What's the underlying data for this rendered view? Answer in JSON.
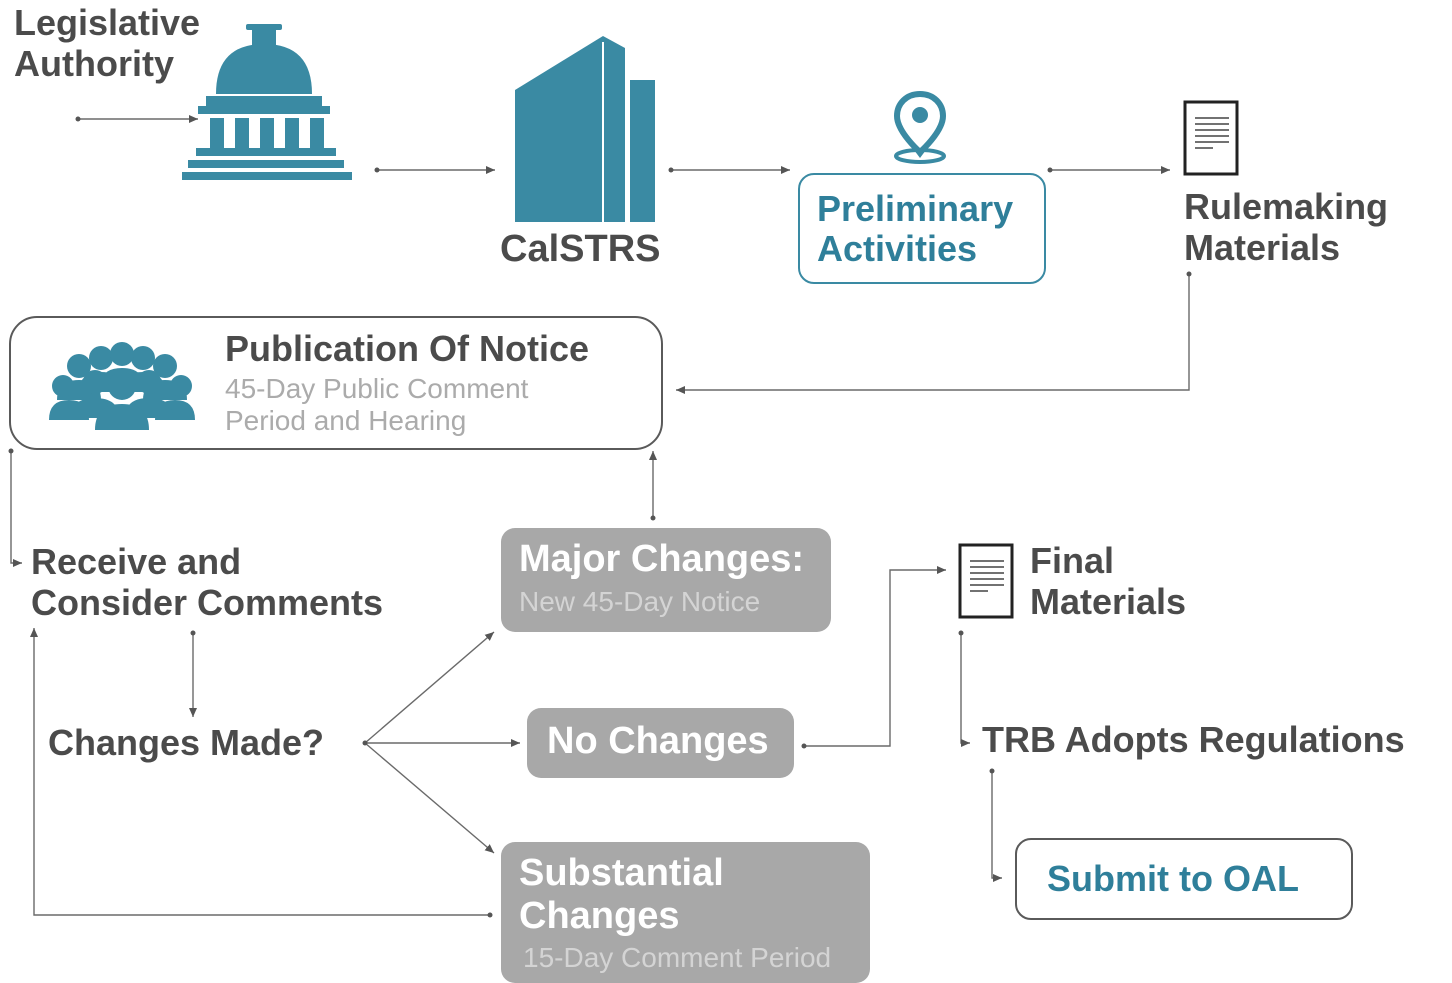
{
  "nodes": {
    "legislative_authority": {
      "line1": "Legislative",
      "line2": "Authority"
    },
    "calstrs": {
      "label": "CalSTRS"
    },
    "preliminary": {
      "line1": "Preliminary",
      "line2": "Activities"
    },
    "rulemaking": {
      "line1": "Rulemaking",
      "line2": "Materials"
    },
    "publication": {
      "title": "Publication Of Notice",
      "sub1": "45-Day Public Comment",
      "sub2": "Period and Hearing"
    },
    "receive": {
      "line1": "Receive and",
      "line2": "Consider Comments"
    },
    "changes_made": {
      "label": "Changes Made?"
    },
    "major": {
      "title": "Major Changes:",
      "sub": "New 45-Day Notice"
    },
    "no_changes": {
      "label": "No Changes"
    },
    "substantial": {
      "line1": "Substantial",
      "line2": "Changes",
      "sub": "15-Day Comment Period"
    },
    "final": {
      "line1": "Final",
      "line2": "Materials"
    },
    "trb": {
      "label": "TRB Adopts Regulations"
    },
    "submit": {
      "label": "Submit to OAL"
    }
  },
  "icons": {
    "legislative": "capitol-building-icon",
    "calstrs": "office-building-icon",
    "preliminary": "location-pin-icon",
    "rulemaking": "document-icon",
    "publication": "people-group-icon",
    "final": "document-icon"
  },
  "colors": {
    "accent": "#3a8aa3",
    "text_dark": "#4b4b4b",
    "box_gray": "#a8a8a8",
    "sub_text": "#ababab"
  }
}
